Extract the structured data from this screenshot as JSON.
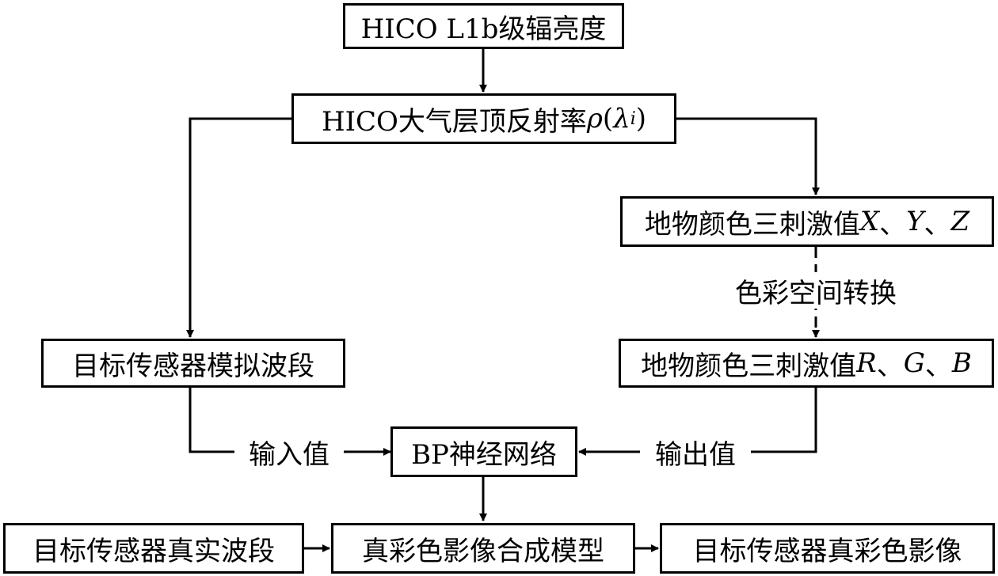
{
  "nodes": {
    "radiance": "HICO L1b级辐亮度",
    "toa_prefix": "HICO大气层顶反射率",
    "toa_rho": "ρ",
    "toa_paren_open": "(",
    "toa_lambda": "λ",
    "toa_sub": "i",
    "toa_paren_close": ")",
    "xyz_prefix": "地物颜色三刺激值",
    "xyz_x": "X",
    "xyz_y": "Y",
    "xyz_z": "Z",
    "rgb_prefix": "地物颜色三刺激值",
    "rgb_r": "R",
    "rgb_g": "G",
    "rgb_b": "B",
    "sep": "、",
    "sim_band": "目标传感器模拟波段",
    "bp": "BP神经网络",
    "real_band": "目标传感器真实波段",
    "model": "真彩色影像合成模型",
    "output": "目标传感器真彩色影像"
  },
  "edge_labels": {
    "color_space": "色彩空间转换",
    "input": "输入值",
    "output": "输出值"
  }
}
